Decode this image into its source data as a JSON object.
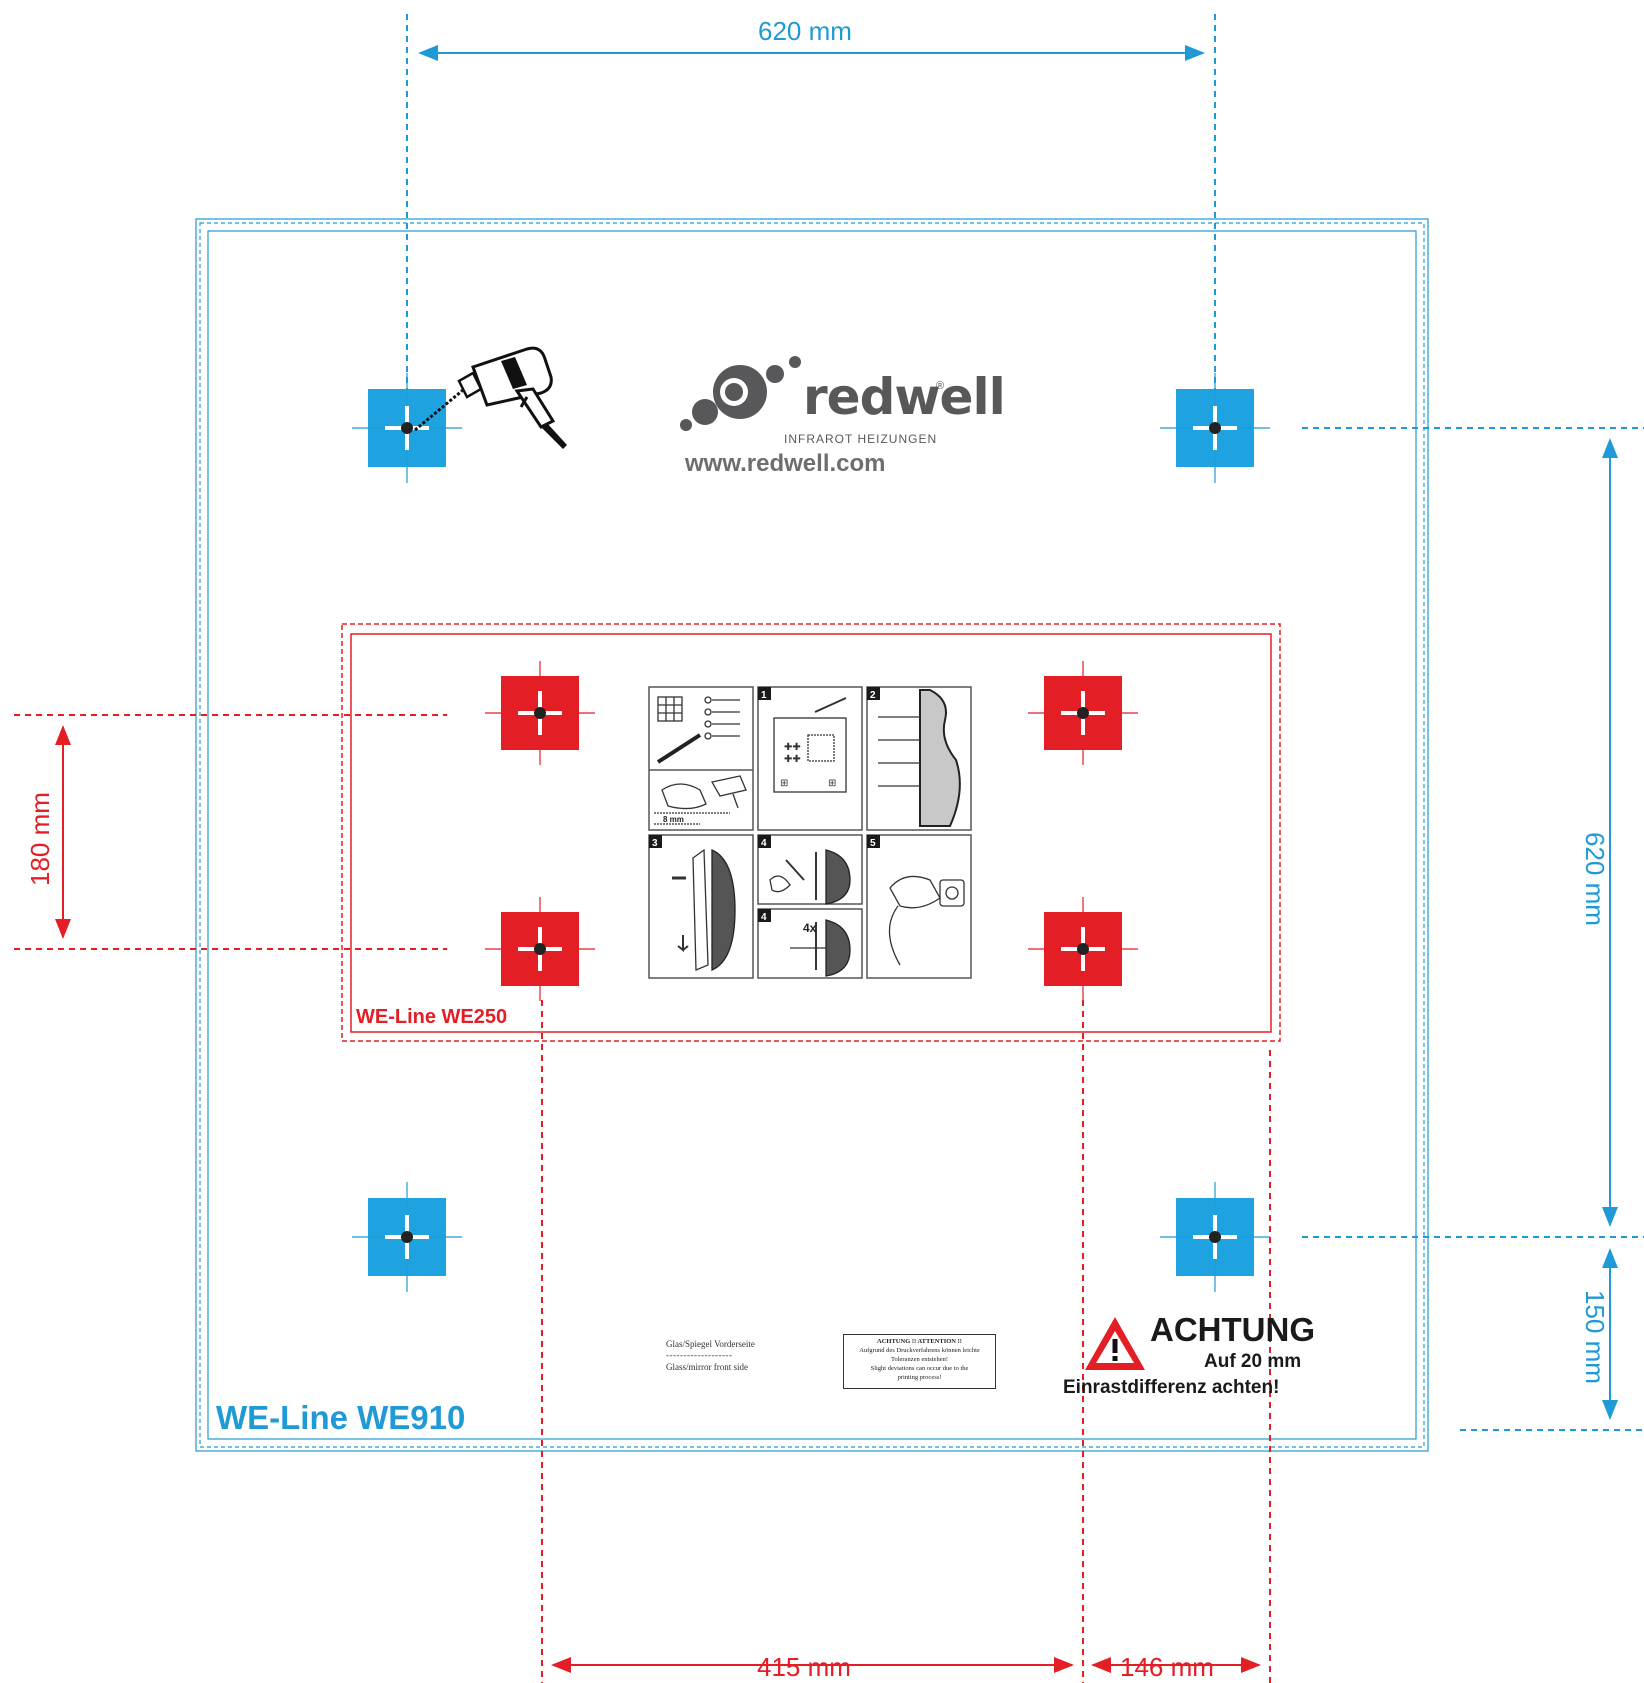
{
  "dimensions": {
    "top_width": "620 mm",
    "right_height": "620 mm",
    "right_bottom": "150 mm",
    "left_height": "180 mm",
    "bottom_middle": "415 mm",
    "bottom_right": "146 mm"
  },
  "models": {
    "outer": "WE-Line WE910",
    "inner": "WE-Line WE250"
  },
  "brand": {
    "name": "redwell",
    "registered": "®",
    "tagline": "INFRAROT HEIZUNGEN",
    "url": "www.redwell.com"
  },
  "glass_note": {
    "front_de": "Glas/Spiegel Vorderseite",
    "separator": "-------------------",
    "front_en": "Glass/mirror front side"
  },
  "attention_box": {
    "title": "ACHTUNG !! ATTENTION !!",
    "line1": "Aufgrund des Druckverfahrens können leichte",
    "line2": "Toleranzen entstehen!",
    "line3": "Slight deviations can occur due to the",
    "line4": "printing process!"
  },
  "warning": {
    "title": "ACHTUNG",
    "line1": "Auf 20 mm",
    "line2": "Einrastdifferenz achten!"
  },
  "instructions": {
    "steps": [
      "1",
      "2",
      "3",
      "4",
      "4",
      "5"
    ],
    "drill_size": "8 mm",
    "count": "4x"
  },
  "colors": {
    "blue": "#1f9ad6",
    "red": "#e31e24",
    "gray": "#58585a"
  }
}
